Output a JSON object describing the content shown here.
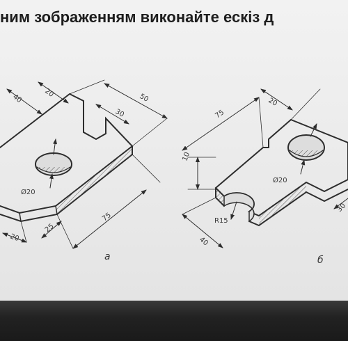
{
  "heading": "ним зображенням виконайте ескіз д",
  "figure_a": {
    "caption": "а",
    "dims": {
      "d40": "40",
      "d20_top": "20",
      "d50": "50",
      "d30": "30",
      "hole": "Ø20",
      "d75": "75",
      "d25": "25",
      "d20_bottom": "20"
    }
  },
  "figure_b": {
    "caption": "б",
    "dims": {
      "d20_top": "20",
      "d75": "75",
      "d10": "10",
      "hole": "Ø20",
      "r15": "R15",
      "d40": "40",
      "d30": "30"
    }
  },
  "colors": {
    "line": "#2d2d2d",
    "paper": "#ececec",
    "bezel": "#1f1f1f"
  }
}
